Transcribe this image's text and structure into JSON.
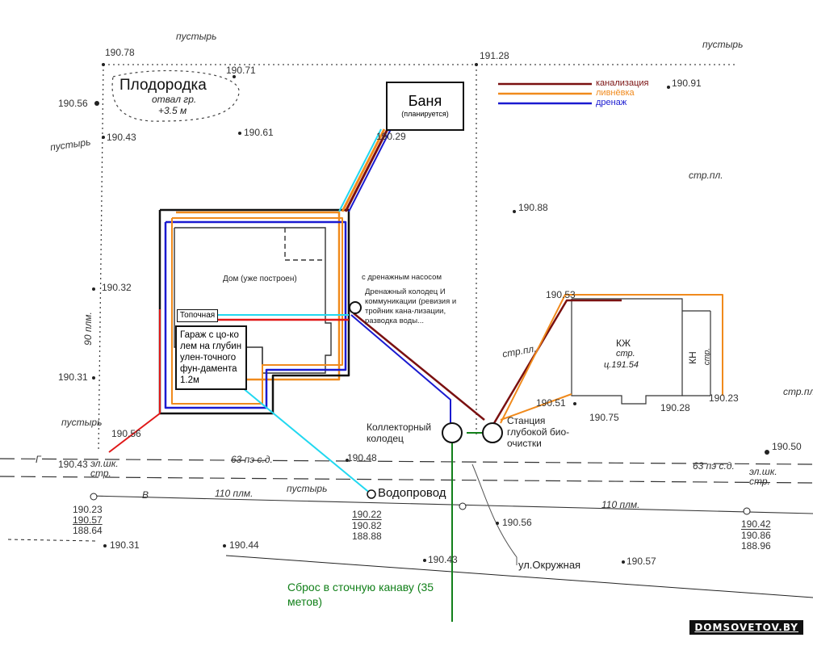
{
  "legend": {
    "sewer": "канализация",
    "storm": "ливнёвка",
    "drain": "дренаж",
    "colors": {
      "sewer": "#7a1010",
      "storm": "#f08a1c",
      "drain": "#1a1ad0",
      "water": "#22d8f0",
      "discharge": "#12801a",
      "power": "#e01818"
    }
  },
  "labels": {
    "fertile_title": "Плодородка",
    "fertile_sub1": "отвал гр.",
    "fertile_sub2": "+3.5 м",
    "banya_title": "Баня",
    "banya_sub": "(планируется)",
    "house": "Дом (уже построен)",
    "boiler": "Топочная",
    "garage": "Гараж с цо-колем на глубинулен-точного фун-дамента 1.2м",
    "pump_note": "с дренажным насосом",
    "drain_well": "Дренажный колодец И коммуникации (ревизия и тройник кана-лизации, разводка воды...",
    "collector": "Коллекторный колодец",
    "bio_station": "Станция глубокой био-очистки",
    "water": "Водопровод",
    "discharge": "Сброс в сточную канаву (35 метов)",
    "kzh": "КЖ",
    "kzh_str": "стр.",
    "kzh_level": "ц.191.54",
    "kn": "КН",
    "kn_str": "стр.",
    "str_pl1": "стр.пл.",
    "str_pl2": "стр.пл.",
    "str_pl3": "стр.пл.",
    "street": "ул.Окружная",
    "pustyr1": "пустырь",
    "pustyr2": "пустырь",
    "pustyr3": "пустырь",
    "pustyr4": "пустырь",
    "pustyr5": "пустырь",
    "el_left": "эл.шк. стр.",
    "el_right": "эл.шк. стр.",
    "pipe_90": "90 плм.",
    "pipe_110a": "110 плм.",
    "pipe_110b": "110 плм.",
    "gas_63a": "63 пэ с.д.",
    "gas_63b": "63 пэ с.д.",
    "v": "В",
    "g": "Г",
    "watermark": "DOMSOVETOV.BY"
  },
  "elevations": {
    "e1": "190.78",
    "e2": "190.71",
    "e3": "190.56",
    "e4": "190.43",
    "e5": "190.61",
    "e6": "191.28",
    "e7": "190.91",
    "e8": "190.88",
    "e9": "190.32",
    "e10": "190.53",
    "e11": "190.31",
    "e12": "190.56",
    "e13": "190.43",
    "e14": "190.48",
    "e15": "190.51",
    "e16": "190.75",
    "e17": "190.28",
    "e18": "190.23",
    "e19": "190.50",
    "e20": "190.23",
    "e21": "190.57",
    "e22": "188.64",
    "e23": "190.22",
    "e24": "190.82",
    "e25": "188.88",
    "e26": "190.42",
    "e27": "190.86",
    "e28": "188.96",
    "e29": "190.31",
    "e30": "190.44",
    "e31": "190.56",
    "e32": "190.43",
    "e33": "190.57",
    "e34": "190.29"
  }
}
